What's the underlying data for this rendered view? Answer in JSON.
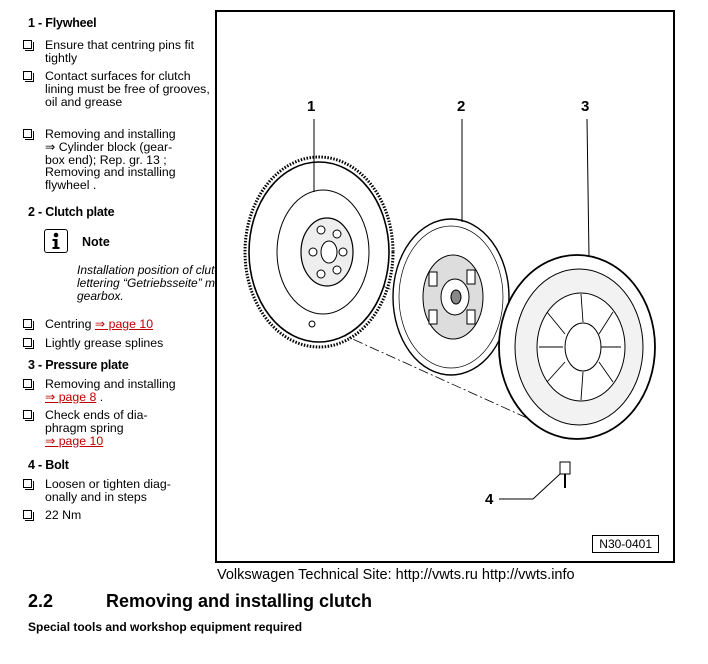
{
  "sections": {
    "flywheel": {
      "heading": "1 - Flywheel",
      "item1": "Ensure that centring pins fit tightly",
      "item2": "Contact surfaces for clutch lining must be free of grooves, oil and grease",
      "item3_a": "Removing and installing",
      "item3_b": "⇒ Cylinder block (gear-",
      "item3_c": "box end); Rep. gr.  13 ;",
      "item3_d": "Removing and installing",
      "item3_e": "flywheel ."
    },
    "clutch_plate": {
      "heading": "2 - Clutch plate",
      "note_label": "Note",
      "note_text": "Installation position of clutch plate: lettering “Getriebsseite” must face gearbox.",
      "item1_text": "Centring ",
      "item1_link": "⇒ page 10",
      "item2": "Lightly grease splines"
    },
    "pressure_plate": {
      "heading": "3 - Pressure plate",
      "item1_text": "Removing and installing",
      "item1_link": "⇒ page 8",
      "item1_tail": " .",
      "item2_text": "Check ends of dia-phragm spring",
      "item2_link": "⇒ page 10"
    },
    "bolt": {
      "heading": "4 - Bolt",
      "item1": "Loosen or tighten diag-onally and in steps",
      "item2": "22 Nm"
    }
  },
  "figure": {
    "callouts": [
      "1",
      "2",
      "3",
      "4"
    ],
    "code": "N30-0401"
  },
  "footer": "Volkswagen Technical Site:   http://vwts.ru   http://vwts.info",
  "section": {
    "number": "2.2",
    "title": "Removing and installing clutch",
    "subheading": "Special tools and workshop equipment required"
  },
  "colors": {
    "link": "#c00000"
  },
  "icons": [
    "info-icon"
  ]
}
